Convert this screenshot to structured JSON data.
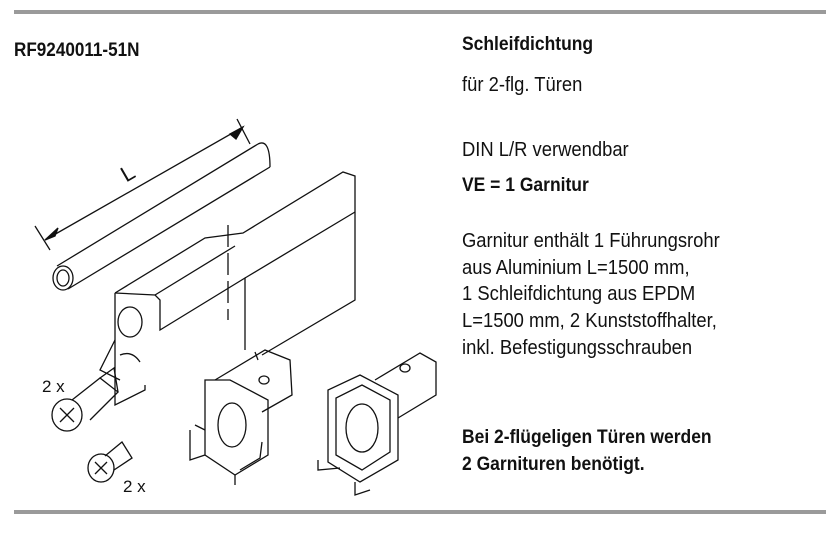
{
  "article_number": "RF9240011-51N",
  "product_name": "Schleifdichtung",
  "application": "für 2-flg. Türen",
  "din": "DIN L/R verwendbar",
  "packaging_unit": "VE = 1 Garnitur",
  "contents": [
    "Garnitur enthält 1 Führungsrohr",
    "aus Aluminium L=1500 mm,",
    "1 Schleifdichtung aus EPDM",
    "L=1500 mm, 2 Kunststoffhalter,",
    "inkl. Befestigungsschrauben"
  ],
  "note": [
    "Bei 2-flügeligen Türen werden",
    "2 Garnituren benötigt."
  ],
  "drawing": {
    "length_label": "L",
    "screw_qty_1": "2 x",
    "screw_qty_2": "2 x"
  }
}
